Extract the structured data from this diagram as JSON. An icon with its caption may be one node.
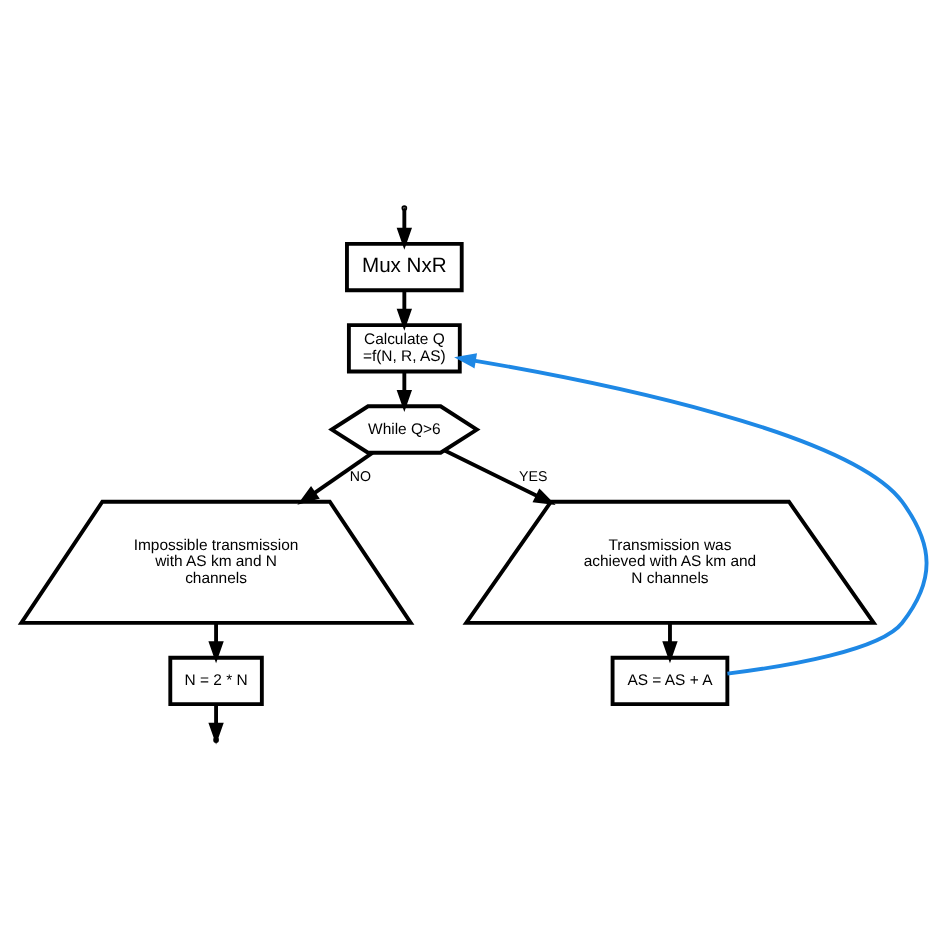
{
  "diagram": {
    "nodes": [
      {
        "text": [
          "Mux NxR"
        ]
      },
      {
        "text": [
          "Calculate Q =f(N, R, AS)"
        ]
      },
      {
        "text": [
          "While Q>6"
        ]
      },
      {
        "text": [
          "Impossible transmission with AS km and N channels"
        ]
      },
      {
        "text": [
          "Transmission was achieved with AS km and N channels"
        ]
      },
      {
        "text": [
          "N = 2 * N"
        ]
      },
      {
        "text": [
          "AS = AS + A"
        ]
      }
    ],
    "edges": [
      {
        "from": null,
        "to": 0,
        "arrow": "to"
      },
      {
        "from": 0,
        "to": 1,
        "arrow": "to"
      },
      {
        "from": 1,
        "to": 2,
        "arrow": "to"
      },
      {
        "from": 2,
        "to": 3,
        "arrow": "to",
        "label": "NO"
      },
      {
        "from": 2,
        "to": 4,
        "arrow": "to",
        "label": "YES"
      },
      {
        "from": 3,
        "to": 5,
        "arrow": "to"
      },
      {
        "from": 4,
        "to": 6,
        "arrow": "to"
      },
      {
        "from": 5,
        "to": null,
        "arrow": "to"
      },
      {
        "from": 6,
        "to": 1,
        "arrow": "to",
        "color": "#1e88e5"
      }
    ]
  }
}
